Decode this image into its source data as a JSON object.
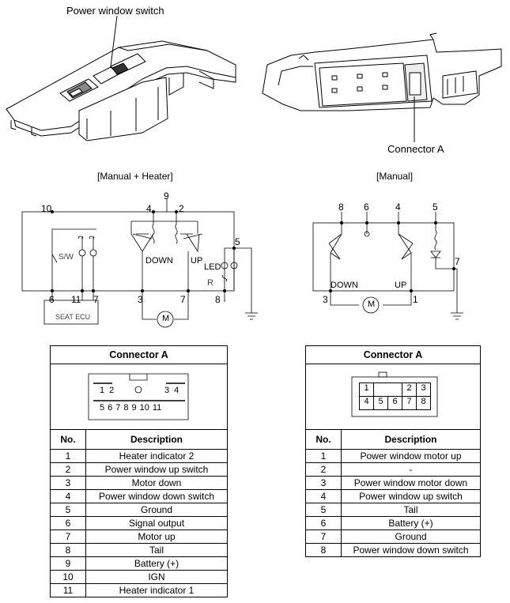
{
  "callouts": {
    "switch_label": "Power window switch",
    "connector_label": "Connector A"
  },
  "left_circuit": {
    "title": "[Manual + Heater]",
    "pins_top": [
      "10",
      "9",
      "4",
      "2",
      "5"
    ],
    "pins_bottom": [
      "6",
      "11",
      "7",
      "3",
      "7",
      "8"
    ],
    "down": "DOWN",
    "up": "UP",
    "sw": "S/W",
    "led": "LED",
    "r": "R",
    "ecu": "SEAT ECU",
    "motor": "M"
  },
  "right_circuit": {
    "title": "[Manual]",
    "pins": [
      "8",
      "6",
      "4",
      "5",
      "7",
      "3",
      "1"
    ],
    "down": "DOWN",
    "up": "UP",
    "motor": "M"
  },
  "left_table": {
    "title": "Connector A",
    "pin_row1": [
      "1",
      "2",
      "3",
      "4"
    ],
    "pin_row2": [
      "5",
      "6",
      "7",
      "8",
      "9",
      "10",
      "11"
    ],
    "col_no": "No.",
    "col_desc": "Description",
    "rows": [
      {
        "no": "1",
        "desc": "Heater indicator 2"
      },
      {
        "no": "2",
        "desc": "Power window up switch"
      },
      {
        "no": "3",
        "desc": "Motor down"
      },
      {
        "no": "4",
        "desc": "Power window down switch"
      },
      {
        "no": "5",
        "desc": "Ground"
      },
      {
        "no": "6",
        "desc": "Signal output"
      },
      {
        "no": "7",
        "desc": "Motor up"
      },
      {
        "no": "8",
        "desc": "Tail"
      },
      {
        "no": "9",
        "desc": "Battery (+)"
      },
      {
        "no": "10",
        "desc": "IGN"
      },
      {
        "no": "11",
        "desc": "Heater indicator 1"
      }
    ]
  },
  "right_table": {
    "title": "Connector A",
    "grid_row1": [
      "1",
      "",
      "2",
      "3"
    ],
    "grid_row2": [
      "4",
      "5",
      "6",
      "7",
      "8"
    ],
    "col_no": "No.",
    "col_desc": "Description",
    "rows": [
      {
        "no": "1",
        "desc": "Power window motor up"
      },
      {
        "no": "2",
        "desc": "-"
      },
      {
        "no": "3",
        "desc": "Power window motor down"
      },
      {
        "no": "4",
        "desc": "Power window up switch"
      },
      {
        "no": "5",
        "desc": "Tail"
      },
      {
        "no": "6",
        "desc": "Battery (+)"
      },
      {
        "no": "7",
        "desc": "Ground"
      },
      {
        "no": "8",
        "desc": "Power window down switch"
      }
    ]
  }
}
